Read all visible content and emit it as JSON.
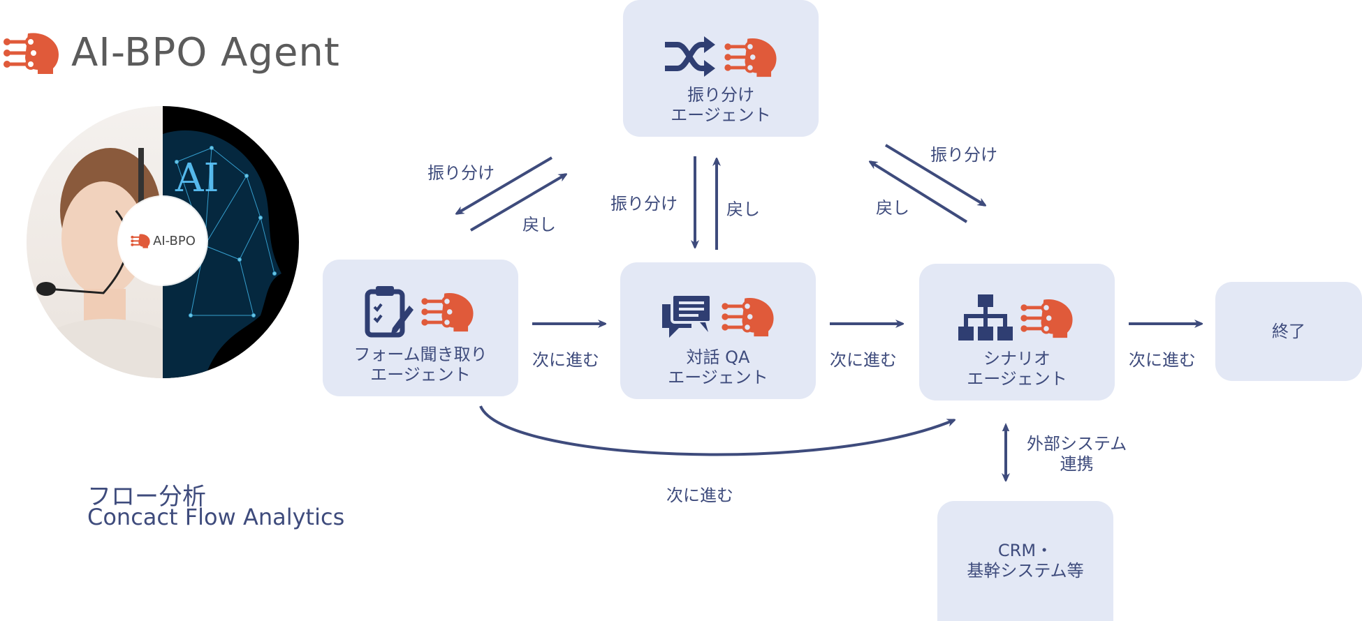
{
  "brand": {
    "title": "AI-BPO Agent",
    "logo_icon": "ai-head-icon"
  },
  "portrait": {
    "badge_text": "AI-BPO",
    "ai_text": "AI"
  },
  "nodes": {
    "distribution": {
      "label": "振り分け\nエージェント",
      "icon": "shuffle-icon"
    },
    "form": {
      "label": "フォーム聞き取り\nエージェント",
      "icon": "clipboard-icon"
    },
    "qa": {
      "label": "対話 QA\nエージェント",
      "icon": "chat-icon"
    },
    "scenario": {
      "label": "シナリオ\nエージェント",
      "icon": "org-chart-icon"
    },
    "end": {
      "label": "終了"
    },
    "crm": {
      "label": "CRM・\n基幹システム等"
    }
  },
  "edges": {
    "form_to_dist": "振り分け",
    "dist_to_form": "戻し",
    "qa_to_dist_left": "振り分け",
    "qa_to_dist_right": "戻し",
    "scenario_dist": "振り分け",
    "scenario_back": "戻し",
    "form_to_qa": "次に進む",
    "qa_to_scenario": "次に進む",
    "scenario_to_end": "次に進む",
    "form_to_scenario": "次に進む",
    "scenario_crm": "外部システム\n連携"
  },
  "footer": {
    "title_jp": "フロー分析",
    "title_en": "Concact Flow Analytics"
  },
  "colors": {
    "accent": "#e05a3a",
    "navy": "#3e4b7c",
    "box_bg": "#e3e8f5"
  }
}
